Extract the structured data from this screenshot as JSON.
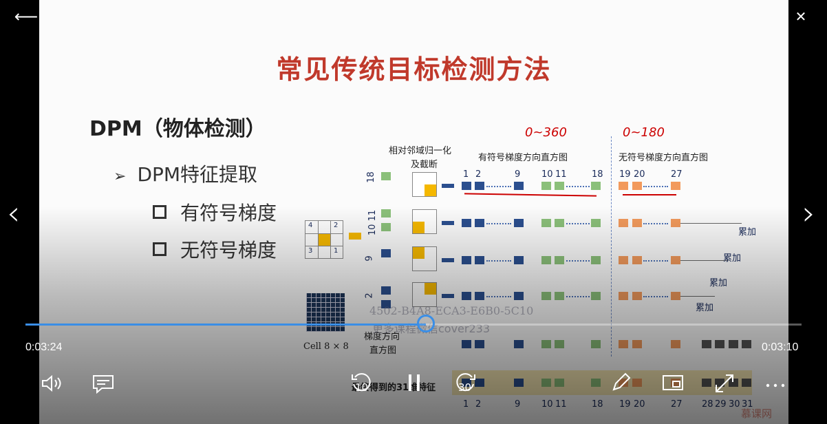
{
  "window": {
    "back_icon": "arrow-left-icon",
    "minimize": "—",
    "maximize": "☐",
    "close": "✕"
  },
  "slide": {
    "title": "常见传统目标检测方法",
    "section_title": "DPM（物体检测）",
    "bullet_main": "DPM特征提取",
    "bullet_sub1": "有符号梯度",
    "bullet_sub2": "无符号梯度",
    "diagram": {
      "normalize_label_1": "相对邻域归一化",
      "normalize_label_2": "及截断",
      "signed_hist_label": "有符号梯度方向直方图",
      "unsigned_hist_label": "无符号梯度方向直方图",
      "signed_range": "0~360",
      "unsigned_range": "0~180",
      "cell_label": "Cell 8 × 8",
      "grad_dir_label_1": "梯度方向",
      "grad_dir_label_2": "直方图",
      "final_label": "最终得到的31维特征",
      "accum": [
        "累加",
        "累加",
        "累加",
        "累加"
      ],
      "top_nums": [
        "1",
        "2",
        "9",
        "10",
        "11",
        "18",
        "19",
        "20",
        "27"
      ],
      "bottom_nums": [
        "1",
        "2",
        "9",
        "10",
        "11",
        "18",
        "19",
        "20",
        "27",
        "28",
        "29",
        "30",
        "31"
      ],
      "axis_nums": [
        "18",
        "10 11",
        "9",
        "2"
      ],
      "cell_nums": [
        "4",
        "2",
        "3",
        "1"
      ],
      "watermark_1": "4502-B4A8-ECA3-E6B0-5C10",
      "watermark_2": "更多课程微信cover233",
      "brand": "慕课网"
    }
  },
  "player": {
    "current_time": "0:03:24",
    "remaining_time": "0:03:10",
    "progress_fraction": 0.516,
    "rewind_seconds": "10",
    "forward_seconds": "30",
    "accent_color": "#3a8ee6"
  }
}
